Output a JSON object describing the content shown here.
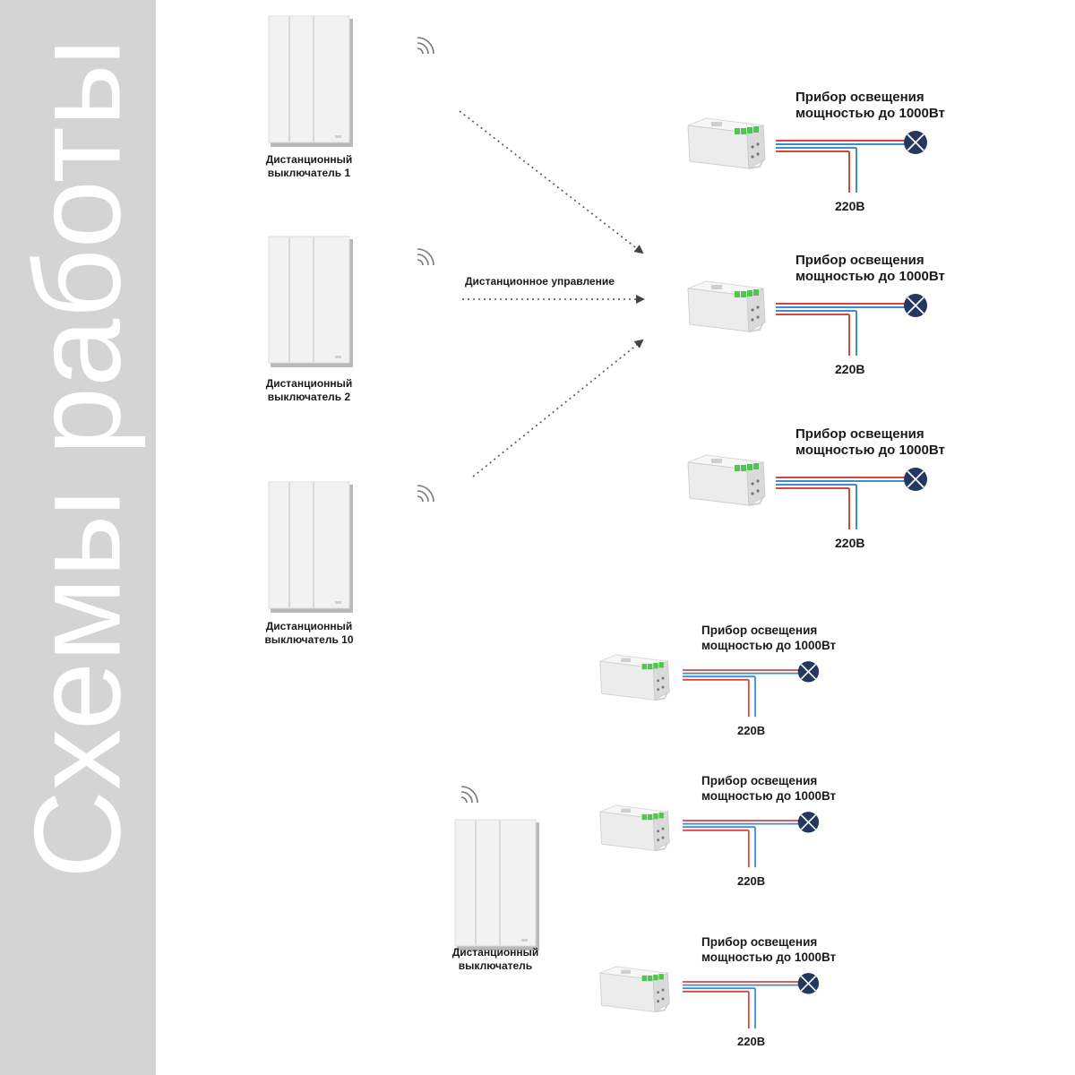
{
  "sidebar": {
    "title": "Схемы работы"
  },
  "labels": {
    "remote_control": "Дистанционное управление",
    "switch_1_line1": "Дистанционный",
    "switch_1_line2": "выключатель 1",
    "switch_2_line1": "Дистанционный",
    "switch_2_line2": "выключатель 2",
    "switch_10_line1": "Дистанционный",
    "switch_10_line2": "выключатель 10",
    "switch_single_line1": "Дистанционный",
    "switch_single_line2": "выключатель",
    "device_line1": "Прибор освещения",
    "device_line2": "мощностью до 1000Вт",
    "voltage": "220В"
  },
  "colors": {
    "sidebar_bg": "#d4d4d4",
    "wire_red": "#d9443f",
    "wire_blue": "#3b8fd1",
    "lamp": "#24375e",
    "led": "#4cc94c",
    "arrow": "#444444"
  }
}
